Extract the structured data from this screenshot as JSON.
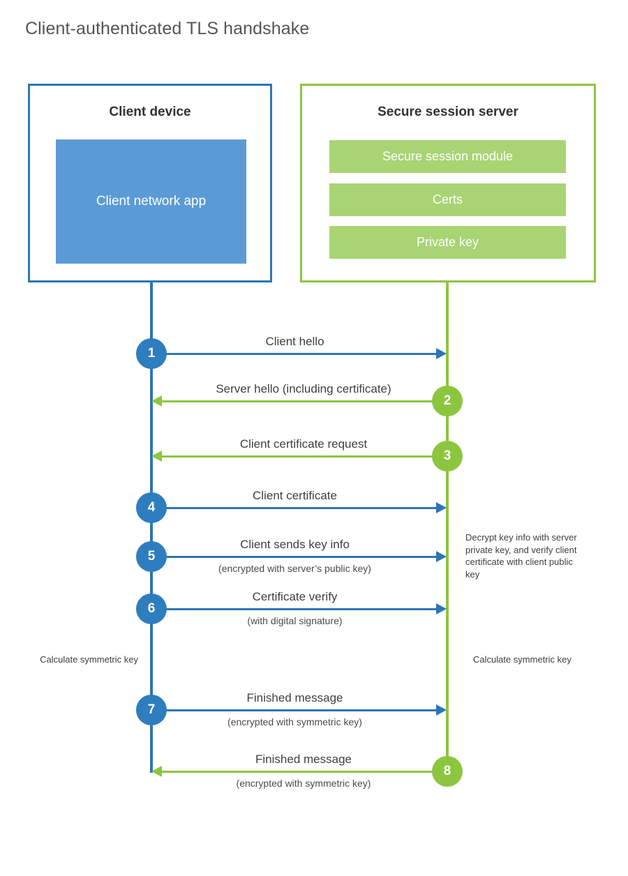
{
  "title": "Client-authenticated TLS handshake",
  "colors": {
    "client_border": "#2e75b6",
    "client_fill": "#5b9bd5",
    "client_step": "#2e7dbf",
    "server_border": "#8cc63f",
    "server_fill": "#a9d474",
    "server_step": "#8cc63f",
    "text": "#404040",
    "title": "#555555",
    "background": "#ffffff"
  },
  "participants": {
    "client": {
      "title": "Client device",
      "app_label": "Client network app"
    },
    "server": {
      "title": "Secure session server",
      "modules": [
        {
          "label": "Secure session module"
        },
        {
          "label": "Certs"
        },
        {
          "label": "Private key"
        }
      ]
    }
  },
  "messages": [
    {
      "step": "1",
      "label": "Client hello",
      "sublabel": "",
      "direction": "client-to-server",
      "origin": "client"
    },
    {
      "step": "2",
      "label": "Server hello (including certificate)",
      "sublabel": "",
      "direction": "server-to-client",
      "origin": "server"
    },
    {
      "step": "3",
      "label": "Client certificate request",
      "sublabel": "",
      "direction": "server-to-client",
      "origin": "server"
    },
    {
      "step": "4",
      "label": "Client certificate",
      "sublabel": "",
      "direction": "client-to-server",
      "origin": "client"
    },
    {
      "step": "5",
      "label": "Client sends key info",
      "sublabel": "(encrypted with server’s public key)",
      "direction": "client-to-server",
      "origin": "client"
    },
    {
      "step": "6",
      "label": "Certificate verify",
      "sublabel": "(with digital signature)",
      "direction": "client-to-server",
      "origin": "client"
    },
    {
      "step": "7",
      "label": "Finished message",
      "sublabel": "(encrypted with symmetric key)",
      "direction": "client-to-server",
      "origin": "client"
    },
    {
      "step": "8",
      "label": "Finished message",
      "sublabel": "(encrypted with symmetric key)",
      "direction": "server-to-client",
      "origin": "server"
    }
  ],
  "notes": {
    "server_decrypt": "Decrypt key info with server private key, and verify client certificate with client public key",
    "client_symmetric": "Calculate symmetric key",
    "server_symmetric": "Calculate symmetric key"
  }
}
